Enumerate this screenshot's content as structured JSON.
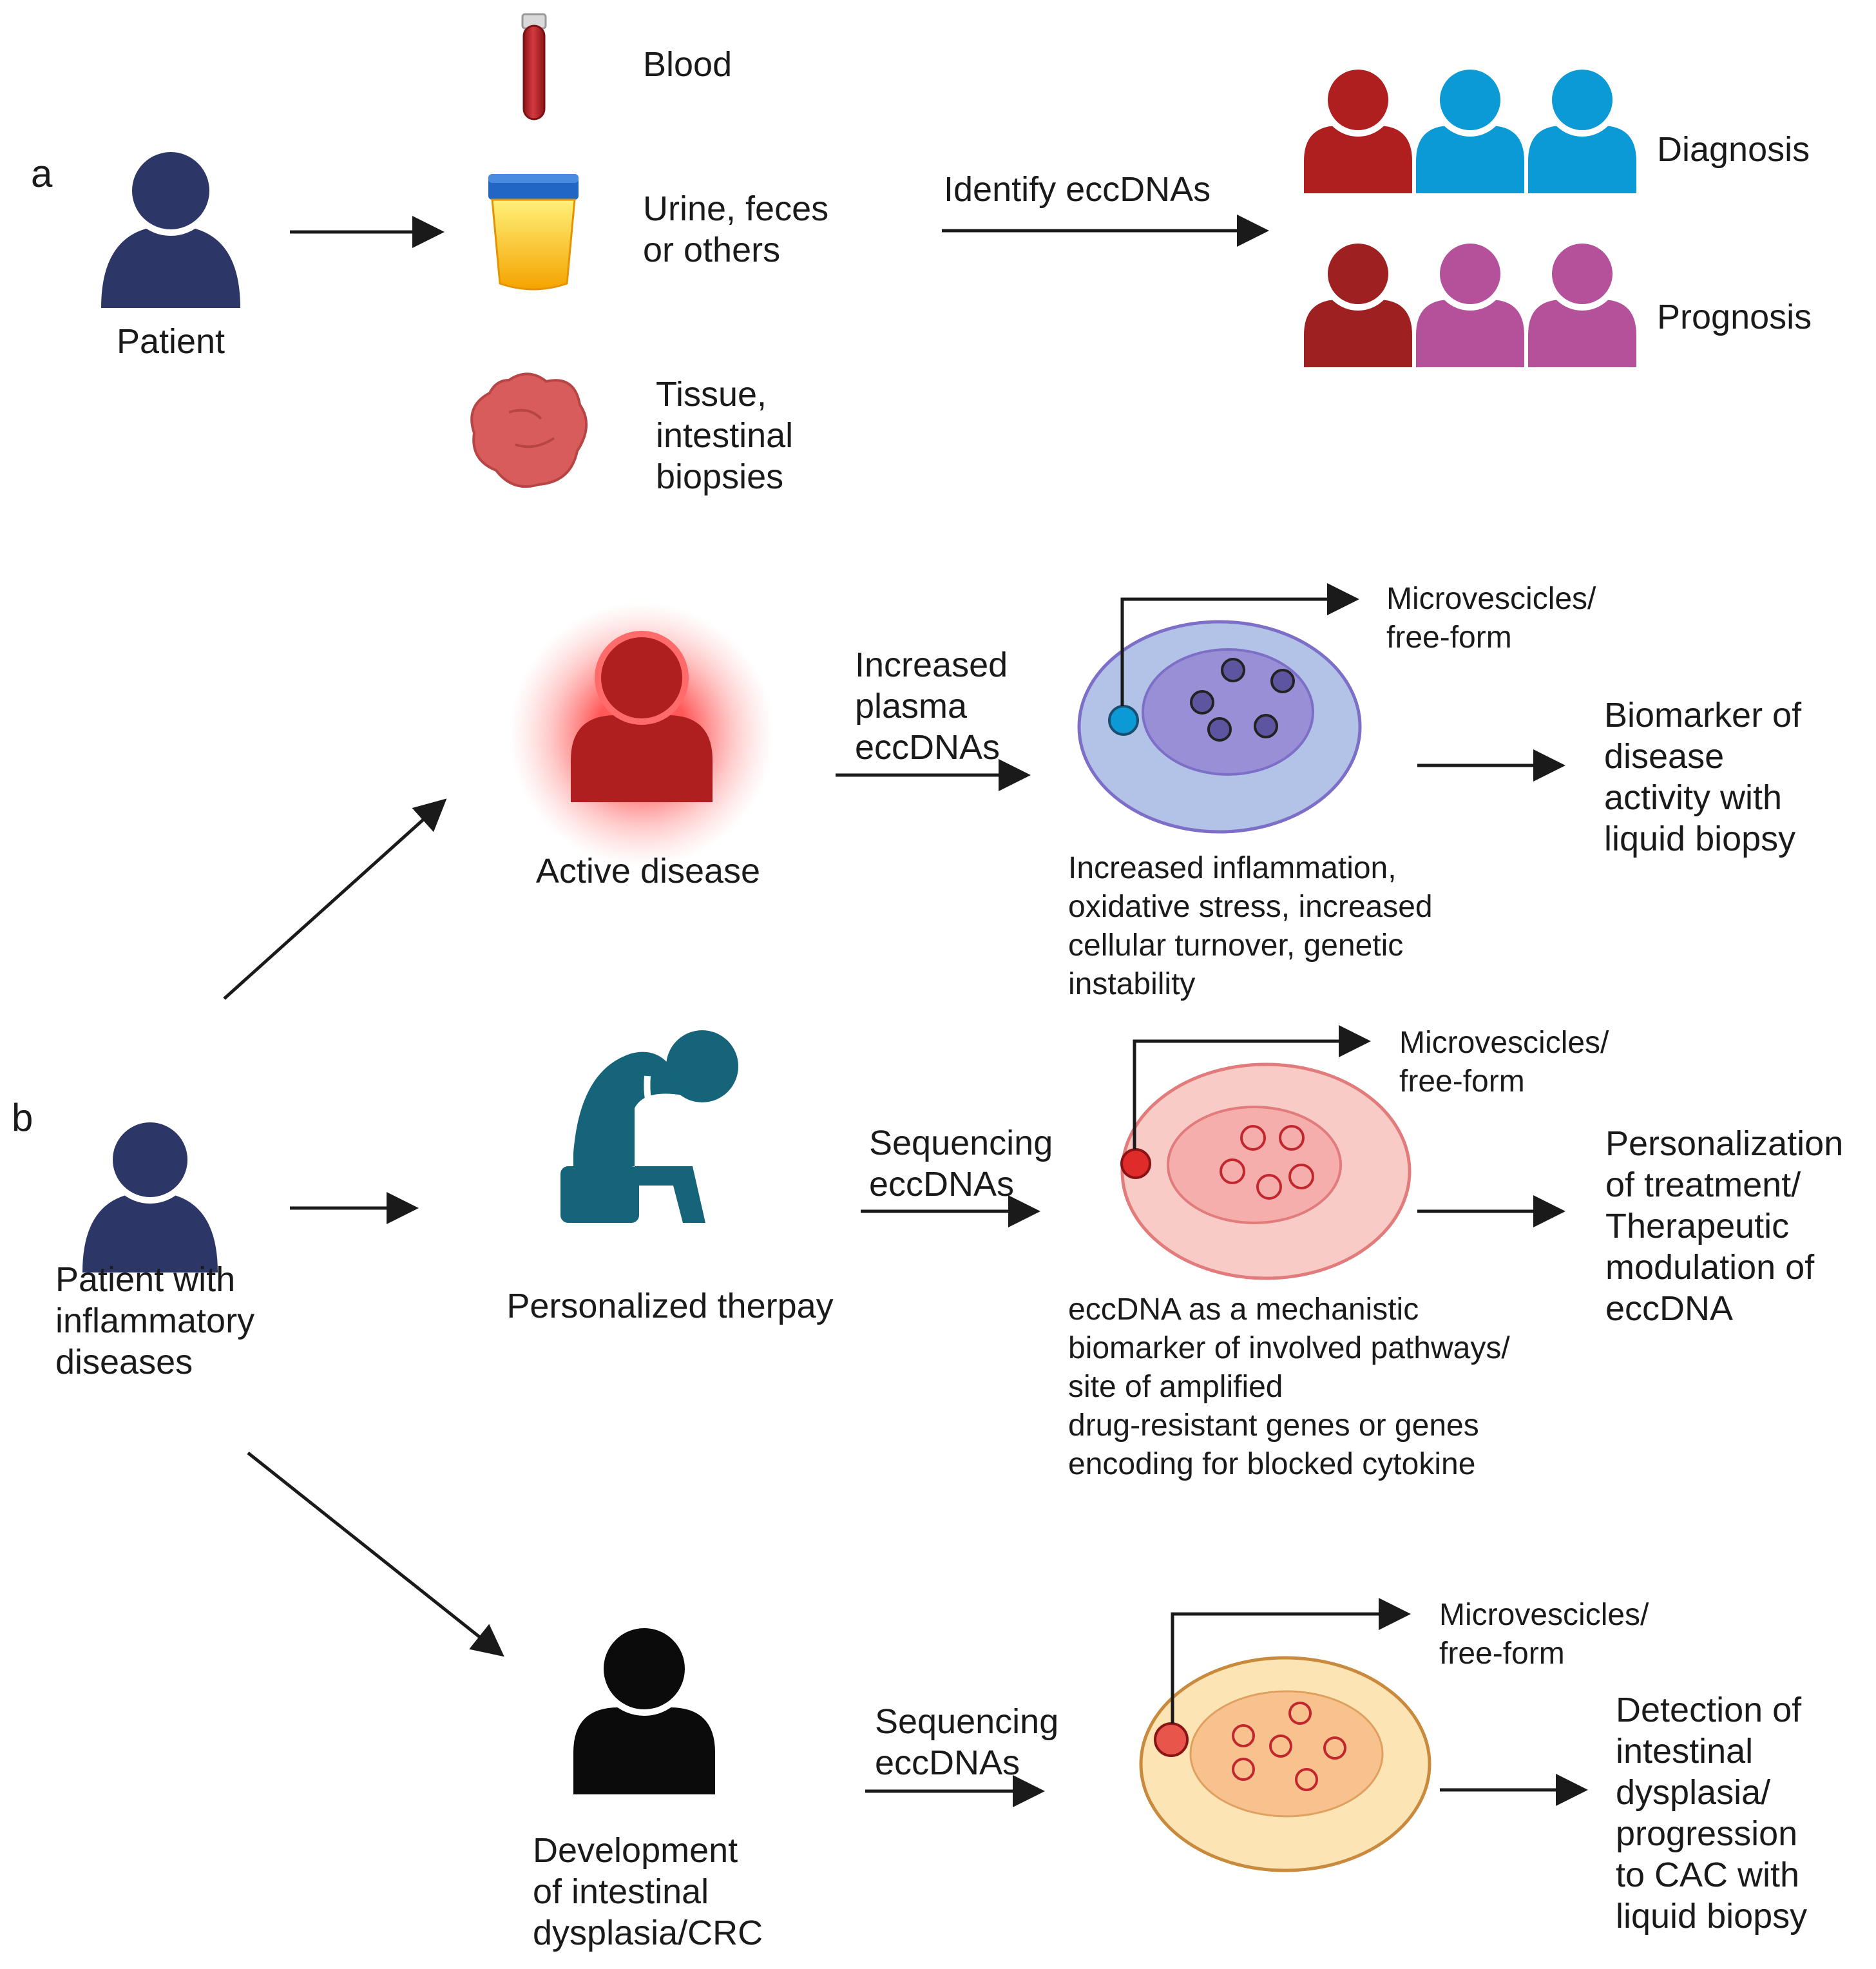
{
  "panel_a": {
    "letter": "a",
    "patient_label": "Patient",
    "samples": {
      "blood": [
        "Blood"
      ],
      "urine": [
        "Urine, feces",
        "or others"
      ],
      "tissue": [
        "Tissue,",
        "intestinal",
        "biopsies"
      ]
    },
    "identify_label": "Identify eccDNAs",
    "diagnosis_label": "Diagnosis",
    "prognosis_label": "Prognosis"
  },
  "panel_b": {
    "letter": "b",
    "patient_label": [
      "Patient with",
      "inflammatory",
      "diseases"
    ],
    "active": {
      "person_label": "Active disease",
      "arrow_label": [
        "Increased",
        "plasma",
        "eccDNAs"
      ],
      "vesicle_label": [
        "Microvescicles/",
        "free-form"
      ],
      "caption": [
        "Increased inflammation,",
        "oxidative stress, increased",
        "cellular turnover, genetic",
        "instability"
      ],
      "outcome": [
        "Biomarker of",
        "disease",
        "activity with",
        "liquid biopsy"
      ]
    },
    "therapy": {
      "person_label": "Personalized therpay",
      "arrow_label": [
        "Sequencing",
        "eccDNAs"
      ],
      "vesicle_label": [
        "Microvescicles/",
        "free-form"
      ],
      "caption": [
        "eccDNA as a mechanistic",
        "biomarker of involved pathways/",
        "site of amplified",
        "drug-resistant genes or genes",
        "encoding for blocked cytokine"
      ],
      "outcome": [
        "Personalization",
        "of treatment/",
        "Therapeutic",
        "modulation of",
        "eccDNA"
      ]
    },
    "dysplasia": {
      "person_label": [
        "Development",
        "of intestinal",
        "dysplasia/CRC"
      ],
      "arrow_label": [
        "Sequencing",
        "eccDNAs"
      ],
      "vesicle_label": [
        "Microvescicles/",
        "free-form"
      ],
      "outcome": [
        "Detection of",
        "intestinal",
        "dysplasia/",
        "progression",
        "to CAC with",
        "liquid biopsy"
      ]
    }
  },
  "colors": {
    "navy": "#2c3768",
    "red": "#b01f1f",
    "darkred": "#9e2020",
    "blue": "#0b9ad6",
    "magenta": "#b5519a",
    "teal": "#15647a",
    "black": "#0b0b0b"
  }
}
